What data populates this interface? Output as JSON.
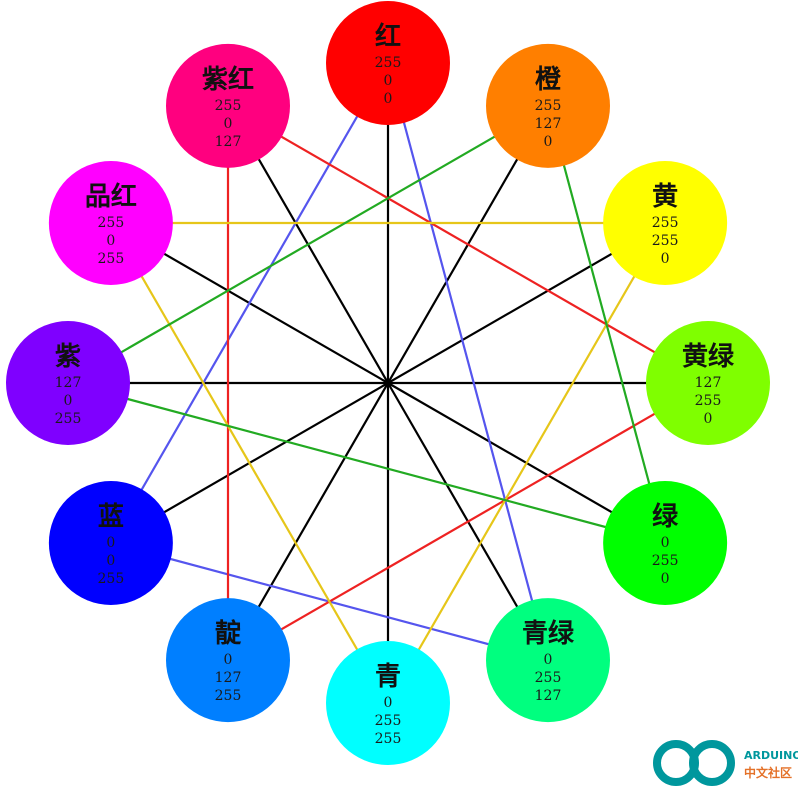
{
  "colors": [
    {
      "name": "红",
      "r": "255",
      "g": "0",
      "b": "0",
      "hex": "#ff0000"
    },
    {
      "name": "橙",
      "r": "255",
      "g": "127",
      "b": "0",
      "hex": "#ff7f00"
    },
    {
      "name": "黄",
      "r": "255",
      "g": "255",
      "b": "0",
      "hex": "#ffff00"
    },
    {
      "name": "黄绿",
      "r": "127",
      "g": "255",
      "b": "0",
      "hex": "#7fff00"
    },
    {
      "name": "绿",
      "r": "0",
      "g": "255",
      "b": "0",
      "hex": "#00ff00"
    },
    {
      "name": "青绿",
      "r": "0",
      "g": "255",
      "b": "127",
      "hex": "#00ff7f"
    },
    {
      "name": "青",
      "r": "0",
      "g": "255",
      "b": "255",
      "hex": "#00ffff"
    },
    {
      "name": "靛",
      "r": "0",
      "g": "127",
      "b": "255",
      "hex": "#007fff"
    },
    {
      "name": "蓝",
      "r": "0",
      "g": "0",
      "b": "255",
      "hex": "#0000ff"
    },
    {
      "name": "紫",
      "r": "127",
      "g": "0",
      "b": "255",
      "hex": "#7f00ff"
    },
    {
      "name": "品红",
      "r": "255",
      "g": "0",
      "b": "255",
      "hex": "#ff00ff"
    },
    {
      "name": "紫红",
      "r": "255",
      "g": "0",
      "b": "127",
      "hex": "#ff007f"
    }
  ],
  "connections": [
    {
      "from": "红",
      "to": "青绿",
      "color": "#5555ee"
    },
    {
      "from": "红",
      "to": "蓝",
      "color": "#5555ee"
    },
    {
      "from": "蓝",
      "to": "青绿",
      "color": "#5555ee"
    },
    {
      "from": "紫红",
      "to": "黄绿",
      "color": "#ee2222"
    },
    {
      "from": "紫红",
      "to": "靛",
      "color": "#ee2222"
    },
    {
      "from": "靛",
      "to": "黄绿",
      "color": "#ee2222"
    },
    {
      "from": "品红",
      "to": "黄",
      "color": "#e6c619"
    },
    {
      "from": "品红",
      "to": "青",
      "color": "#e6c619"
    },
    {
      "from": "黄",
      "to": "青",
      "color": "#e6c619"
    },
    {
      "from": "橙",
      "to": "紫",
      "color": "#22aa22"
    },
    {
      "from": "橙",
      "to": "绿",
      "color": "#22aa22"
    },
    {
      "from": "紫",
      "to": "绿",
      "color": "#22aa22"
    }
  ],
  "center_spokes_color": "#000000",
  "logo": {
    "brand": "ARDUINO",
    "subtitle": "中文社区",
    "accent": "#00979d",
    "accent2": "#e47128"
  }
}
